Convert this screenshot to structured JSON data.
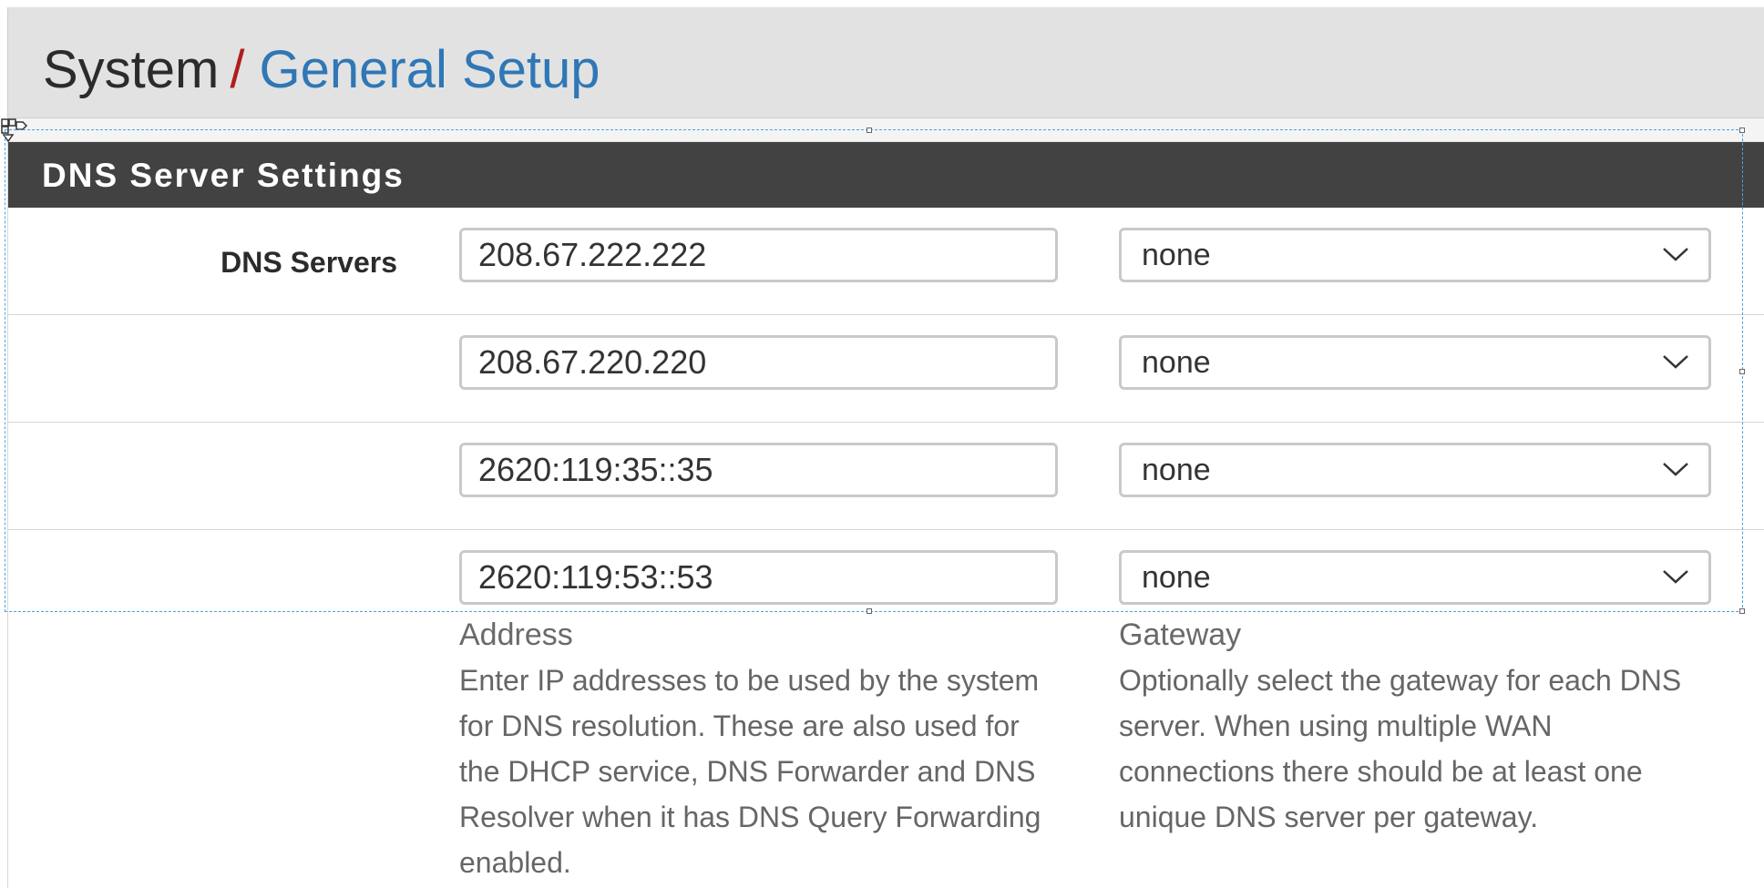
{
  "breadcrumb": {
    "root": "System",
    "separator": "/",
    "current": "General Setup"
  },
  "panel": {
    "title": "DNS Server Settings"
  },
  "dns": {
    "label": "DNS Servers",
    "rows": [
      {
        "address": "208.67.222.222",
        "gateway": "none"
      },
      {
        "address": "208.67.220.220",
        "gateway": "none"
      },
      {
        "address": "2620:119:35::35",
        "gateway": "none"
      },
      {
        "address": "2620:119:53::53",
        "gateway": "none"
      }
    ]
  },
  "help": {
    "address_title": "Address",
    "address_text": "Enter IP addresses to be used by the system for DNS resolution. These are also used for the DHCP service, DNS Forwarder and DNS Resolver when it has DNS Query Forwarding enabled.",
    "gateway_title": "Gateway",
    "gateway_text": "Optionally select the gateway for each DNS server. When using multiple WAN connections there should be at least one unique DNS server per gateway."
  },
  "icons": {
    "move_handle": "move-handle-icon",
    "dropdown": "chevron-down-icon"
  },
  "colors": {
    "breadcrumb_link": "#2f77b6",
    "breadcrumb_separator": "#b01c1c",
    "panel_heading": "#424242",
    "header_bg": "#e2e2e2"
  }
}
